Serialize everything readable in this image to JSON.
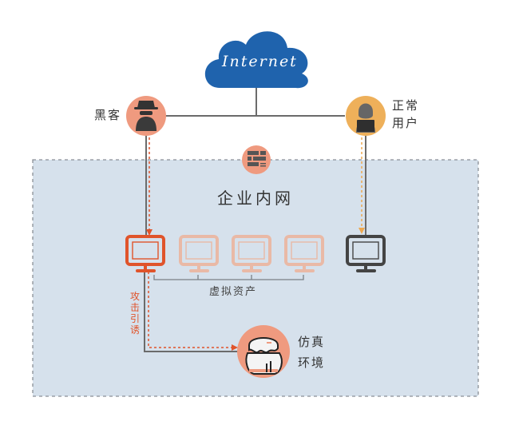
{
  "diagram": {
    "cloud": {
      "label": "Internet",
      "color": "#1f63ad"
    },
    "hacker": {
      "label_line1": "黑客",
      "circle_color": "#ef9a7f"
    },
    "normal_user": {
      "label_line1": "正常",
      "label_line2": "用户",
      "circle_color": "#eeb05a"
    },
    "firewall": {
      "circle_color": "#ef9a7f"
    },
    "intranet": {
      "label": "企业内网",
      "background": "#d6e1ec"
    },
    "virtual_assets": {
      "label": "虚拟资产",
      "count": 3
    },
    "attack_lure": {
      "label": "攻击引诱"
    },
    "honeypot": {
      "label_line1": "仿真",
      "label_line2": "环境",
      "circle_color": "#ef9a7f"
    },
    "colors": {
      "attacker_path": "#e0542b",
      "normal_path": "#eea84f",
      "line": "#6b6b6b",
      "asset_faded": "#e9b9a6",
      "normal_monitor": "#444444"
    }
  }
}
